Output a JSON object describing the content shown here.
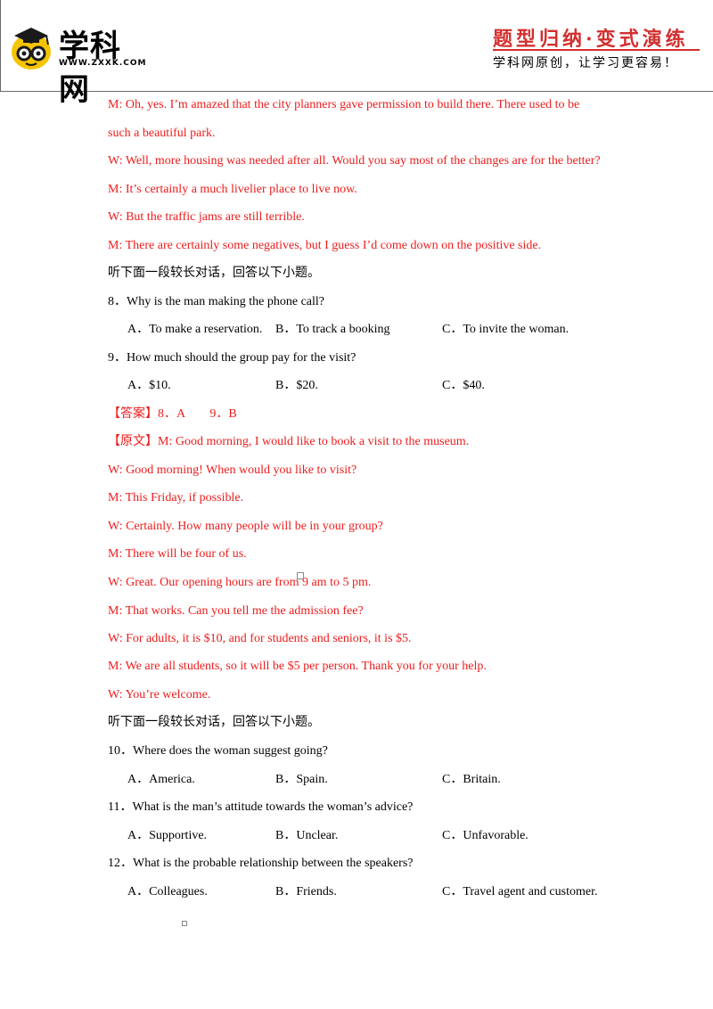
{
  "header": {
    "logo_text": "学科网",
    "logo_url": "WWW.ZXXK.COM",
    "slogan": "题型归纳·变式演练",
    "sub_slogan": "学科网原创，让学习更容易！"
  },
  "dialogue1": [
    "M: Oh, yes. I’m amazed that the city planners gave permission to build there. There used to be",
    "such a beautiful park.",
    "W: Well, more housing was needed after all. Would you say most of the changes are for the better?",
    "M: It’s certainly a much livelier place to live now.",
    "W: But the traffic jams are still terrible.",
    "M: There are certainly some negatives, but I guess I’d come down on the positive side."
  ],
  "instruction1": "听下面一段较长对话，回答以下小题。",
  "q8": {
    "question": "8．Why is the man making the phone call?",
    "a": "A．To make a reservation.",
    "b": "B．To track a booking",
    "c": "C．To invite the woman."
  },
  "q9": {
    "question": "9．How much should the group pay for the visit?",
    "a": "A．$10.",
    "b": "B．$20.",
    "c": "C．$40."
  },
  "answer_line": "【答案】8．A　　9．B",
  "dialogue2": [
    "【原文】M: Good morning, I would like to book a visit to the museum.",
    "W: Good morning! When would you like to visit?",
    "M: This Friday, if possible.",
    "W: Certainly. How many people will be in your group?",
    "M: There will be four of us.",
    "W: Great. Our opening hours are from 9 am to 5 pm.",
    "M: That works. Can you tell me the admission fee?",
    "W: For adults, it is $10, and for students and seniors, it is $5.",
    "M: We are all students, so it will be $5 per person. Thank you for your help.",
    "W: You’re welcome."
  ],
  "instruction2": "听下面一段较长对话，回答以下小题。",
  "q10": {
    "question": "10．Where does the woman suggest going?",
    "a": "A．America.",
    "b": "B．Spain.",
    "c": "C．Britain."
  },
  "q11": {
    "question": "11．What is the man’s attitude towards the woman’s advice?",
    "a": "A．Supportive.",
    "b": "B．Unclear.",
    "c": "C．Unfavorable."
  },
  "q12": {
    "question": "12．What is the probable relationship between the speakers?",
    "a": "A．Colleagues.",
    "b": "B．Friends.",
    "c": "C．Travel agent and customer."
  },
  "colors": {
    "accent_red": "#ee1c1c",
    "slogan_red": "#d32f2f"
  }
}
